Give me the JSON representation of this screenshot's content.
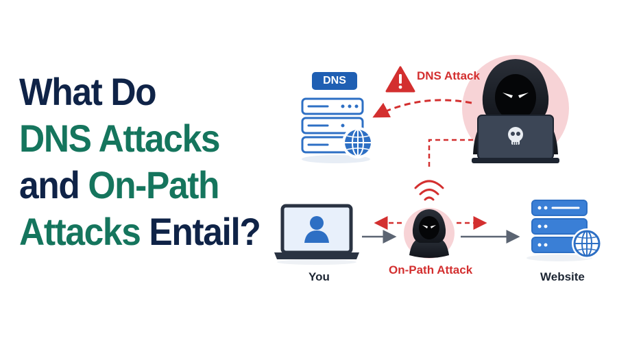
{
  "headline": {
    "line1": "What Do",
    "line2": "DNS Attacks",
    "line3_part1": "and",
    "line3_part2": "On-Path",
    "line4_part1": "Attacks",
    "line4_part2": "Entail?"
  },
  "diagram": {
    "dns_badge": "DNS",
    "dns_attack_label": "DNS Attack",
    "you_label": "You",
    "on_path_label": "On-Path Attack",
    "website_label": "Website"
  },
  "colors": {
    "navy": "#0f2347",
    "green": "#15755d",
    "blue": "#2d6fc4",
    "red": "#d32f2f",
    "pink": "#f7d3d6"
  },
  "icons": [
    "dns-server-icon",
    "globe-icon",
    "warning-icon",
    "hacker-icon",
    "skull-icon",
    "laptop-icon",
    "user-icon",
    "wifi-signal-icon",
    "website-server-icon"
  ]
}
